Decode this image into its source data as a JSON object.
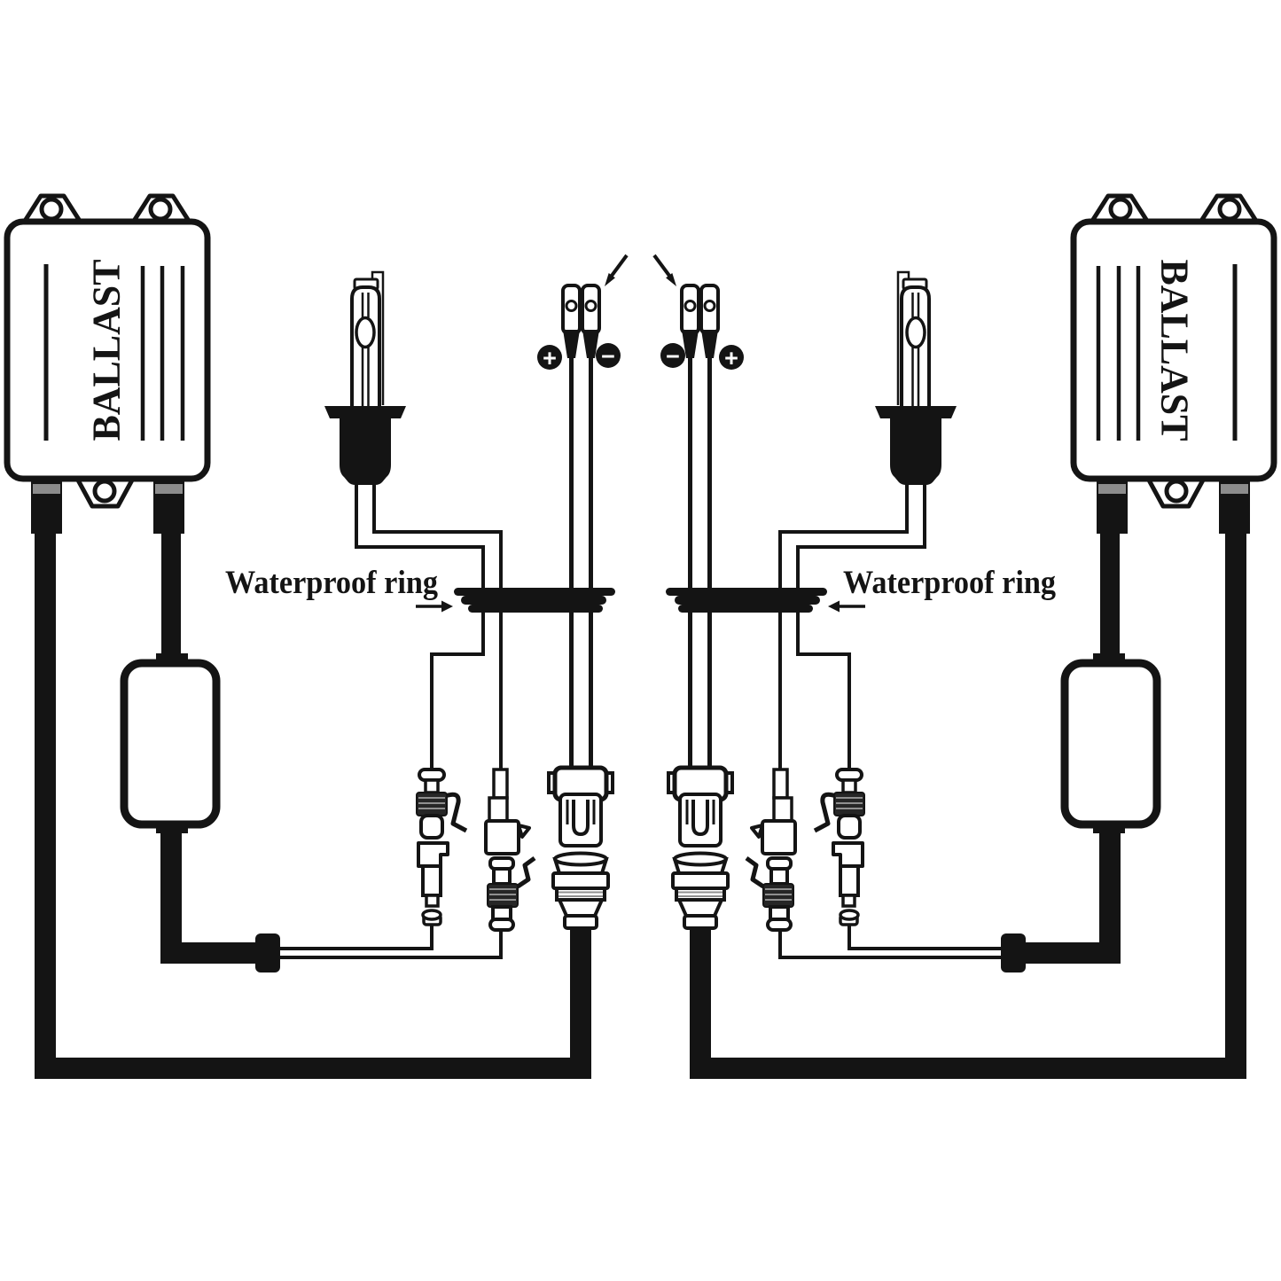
{
  "diagram": {
    "ballast_left_label": "BALLAST",
    "ballast_right_label": "BALLAST",
    "waterproof_left_label": "Waterproof ring",
    "waterproof_right_label": "Waterproof ring",
    "left_terminals": {
      "outer_sign": "+",
      "inner_sign": "−"
    },
    "right_terminals": {
      "inner_sign": "−",
      "outer_sign": "+"
    },
    "colors": {
      "line": "#141414",
      "background": "#ffffff",
      "ferrule_gray": "#8c8c8c",
      "rib_dark": "#262626"
    }
  }
}
